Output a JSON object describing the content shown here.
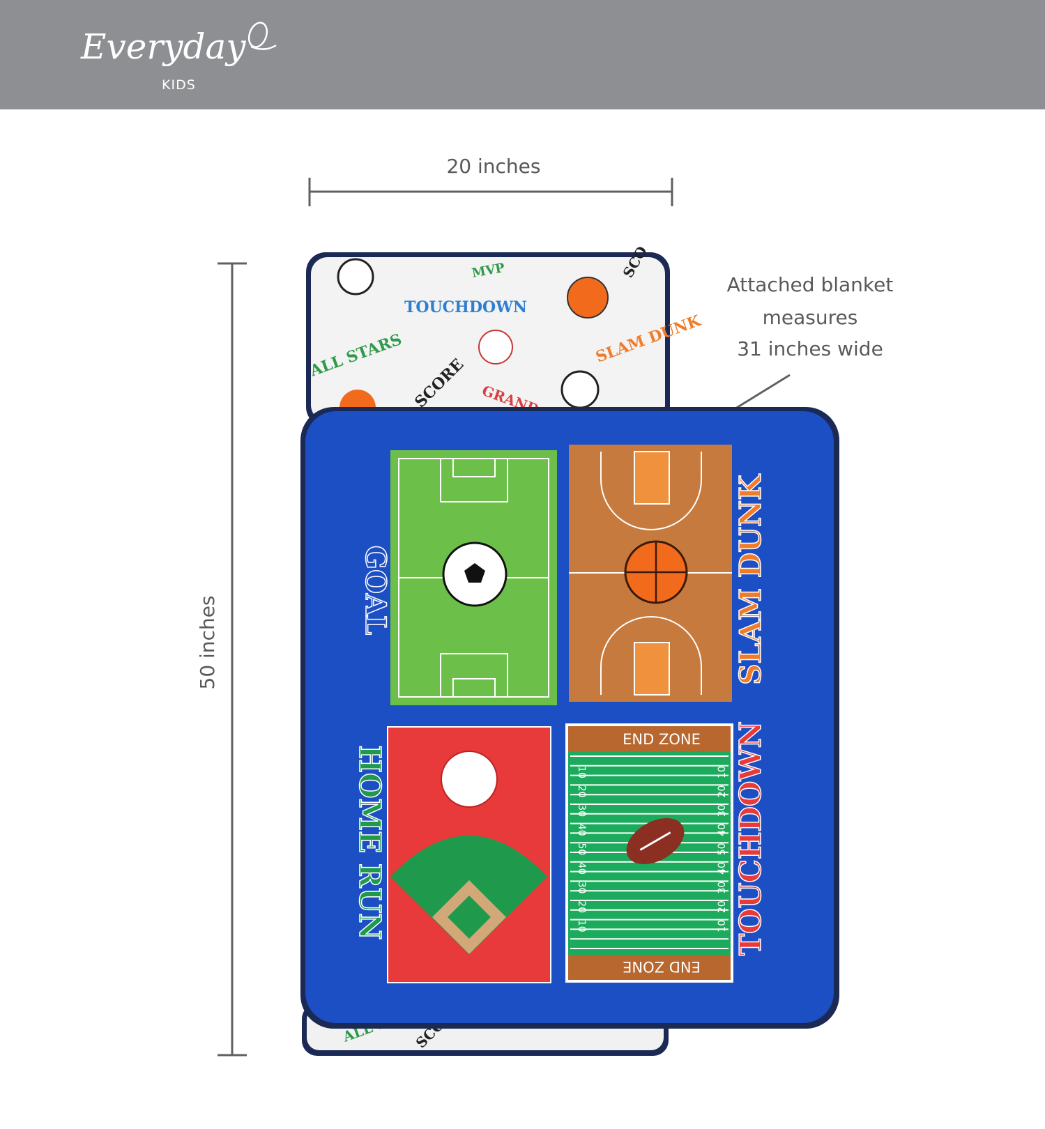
{
  "brand": {
    "logo_script": "Everyday",
    "logo_sub": "KIDS"
  },
  "colors": {
    "header": "#8e8f92",
    "dimension_line": "#5f6062",
    "blanket": "#1d4fc4",
    "piping": "#1b2a55"
  },
  "dimensions": {
    "width_label": "20 inches",
    "length_label": "50 inches",
    "blanket_note": [
      "Attached blanket",
      "measures",
      "31 inches wide"
    ]
  },
  "pillow": {
    "prints": [
      "TOUCHDOWN",
      "ALL STARS",
      "SCORE",
      "SLAM DUNK",
      "MVP",
      "GRAND",
      "SCO"
    ]
  },
  "panels": {
    "soccer": {
      "label": "GOAL"
    },
    "basketball": {
      "label": "SLAM DUNK"
    },
    "baseball": {
      "label": "HOME RUN"
    },
    "football": {
      "label": "TOUCHDOWN",
      "end_zone_top": "END ZONE",
      "end_zone_bottom": "END ZONE",
      "yard_numbers": [
        "10",
        "20",
        "30",
        "40",
        "50",
        "40",
        "30",
        "20",
        "10"
      ]
    }
  },
  "bottom_strip": {
    "prints": [
      "ALL S",
      "SCOR"
    ]
  }
}
